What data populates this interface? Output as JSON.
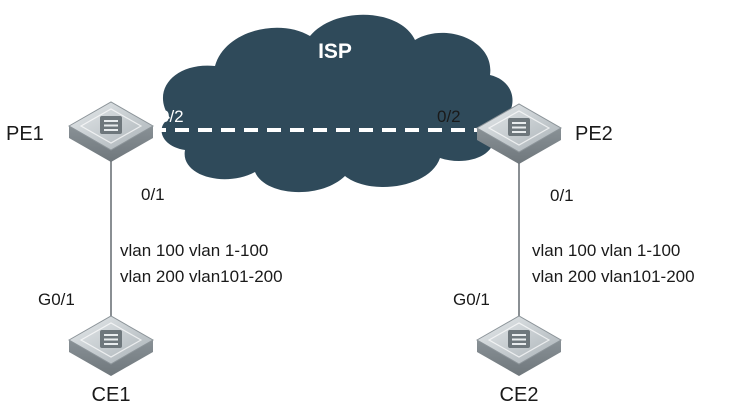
{
  "cloud": {
    "label": "ISP",
    "color": "#2f4a5a"
  },
  "nodes": {
    "pe1": {
      "name": "PE1",
      "port_isp": "0/2",
      "port_down": "0/1"
    },
    "pe2": {
      "name": "PE2",
      "port_isp": "0/2",
      "port_down": "0/1"
    },
    "ce1": {
      "name": "CE1",
      "port": "G0/1"
    },
    "ce2": {
      "name": "CE2",
      "port": "G0/1"
    }
  },
  "links": {
    "left": {
      "line1": "vlan 100 vlan 1-100",
      "line2": "vlan 200 vlan101-200"
    },
    "right": {
      "line1": "vlan 100 vlan 1-100",
      "line2": "vlan 200 vlan101-200"
    }
  },
  "colors": {
    "device_top": "#c9cfd3",
    "device_side": "#8c9499",
    "link": "#8a8f93",
    "tunnel": "#ffffff"
  }
}
